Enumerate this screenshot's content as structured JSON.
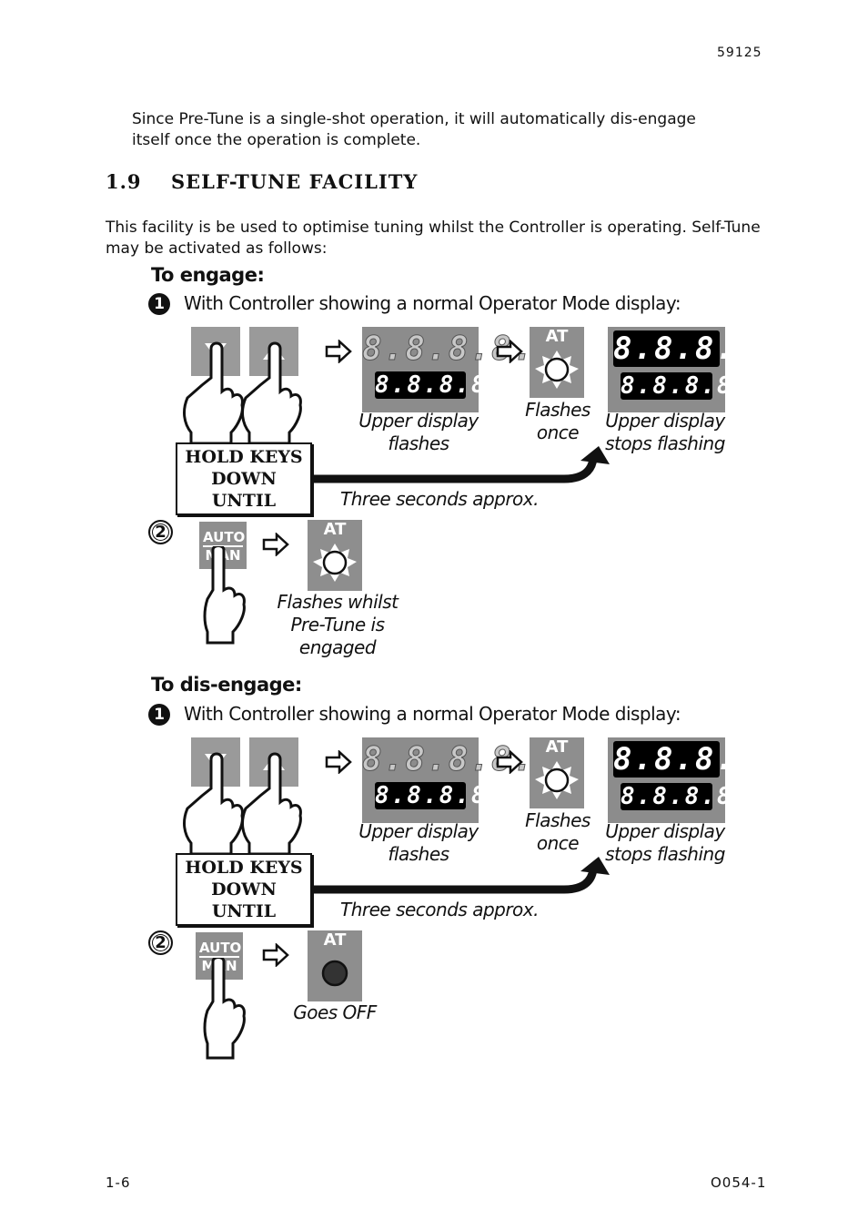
{
  "header": {
    "doc_number": "59125"
  },
  "intro": {
    "text": "Since Pre-Tune is a single-shot operation, it will automatically dis-engage itself once the operation is complete."
  },
  "section": {
    "number": "1.9",
    "title": "SELF-TUNE FACILITY"
  },
  "body": {
    "text": "This facility is be used to optimise tuning whilst the Controller is operating. Self-Tune may be activated as follows:"
  },
  "engage": {
    "title": "To engage:",
    "step1": {
      "num": "1",
      "text": "With Controller showing a normal Operator Mode display:",
      "display_value": "8.8.8.8.",
      "at_label": "AT",
      "caption_upper_flash": "Upper display flashes",
      "caption_flashes_once": "Flashes once",
      "caption_stops": "Upper display stops flashing",
      "hold_line1": "HOLD KEYS",
      "hold_line2": "DOWN UNTIL",
      "three_seconds": "Three seconds approx."
    },
    "step2": {
      "num": "2",
      "auto": "AUTO",
      "man": "MAN",
      "at_label": "AT",
      "caption": "Flashes whilst Pre-Tune is engaged"
    }
  },
  "disengage": {
    "title": "To dis-engage:",
    "step1": {
      "num": "1",
      "text": "With Controller showing a normal Operator Mode display:",
      "display_value": "8.8.8.8.",
      "at_label": "AT",
      "caption_upper_flash": "Upper display flashes",
      "caption_flashes_once": "Flashes once",
      "caption_stops": "Upper display stops flashing",
      "hold_line1": "HOLD KEYS",
      "hold_line2": "DOWN UNTIL",
      "three_seconds": "Three seconds approx."
    },
    "step2": {
      "num": "2",
      "auto": "AUTO",
      "man": "MAN",
      "at_label": "AT",
      "caption": "Goes OFF"
    }
  },
  "footer": {
    "left": "1-6",
    "right": "O054-1"
  },
  "icons": {
    "down_key": "down-arrow-key-icon",
    "up_key": "up-arrow-key-icon",
    "hand": "pointing-finger-icon",
    "arrow_right": "hollow-right-arrow-icon",
    "led_on": "sun-led-icon",
    "led_off": "off-led-icon"
  },
  "colors": {
    "key_gray": "#9a9a9a",
    "display_bg": "#8c8c8c",
    "text": "#111111"
  }
}
